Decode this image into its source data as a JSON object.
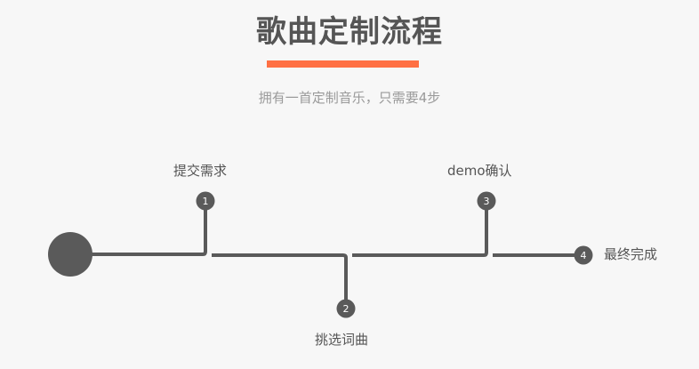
{
  "header": {
    "title": "歌曲定制流程",
    "subtitle": "拥有一首定制音乐，只需要4步",
    "accent_color": "#ff7043"
  },
  "steps": [
    {
      "number": "1",
      "label": "提交需求"
    },
    {
      "number": "2",
      "label": "挑选词曲"
    },
    {
      "number": "3",
      "label": "demo确认"
    },
    {
      "number": "4",
      "label": "最终完成"
    }
  ],
  "colors": {
    "line": "#555555",
    "text": "#555555",
    "subtitle": "#9a9a9a",
    "background": "#f7f7f7"
  }
}
